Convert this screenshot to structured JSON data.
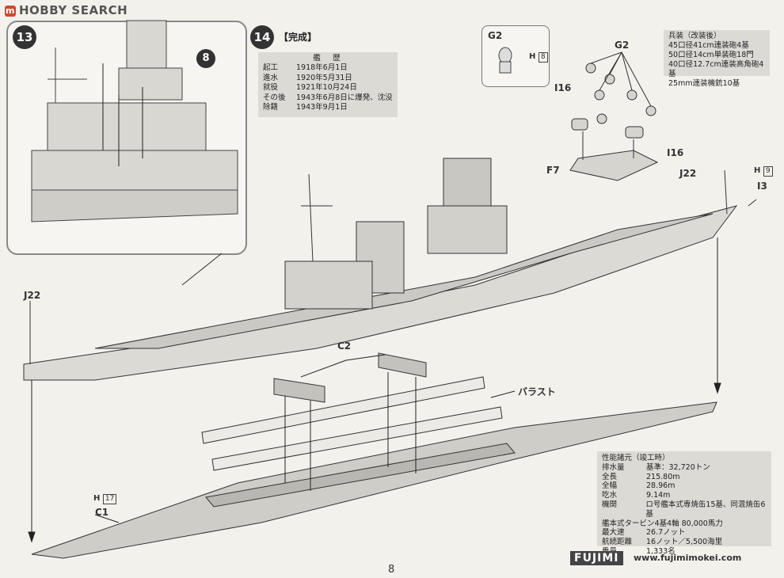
{
  "logo": {
    "mark": "m",
    "text": "HOBBY SEARCH"
  },
  "steps": {
    "step13": "13",
    "step8": "8",
    "step14": "14"
  },
  "done_label": "【完成】",
  "history": {
    "heading": "艦　歴",
    "rows": [
      {
        "k": "起工",
        "v": "1918年6月1日"
      },
      {
        "k": "進水",
        "v": "1920年5月31日"
      },
      {
        "k": "就役",
        "v": "1921年10月24日"
      },
      {
        "k": "その後",
        "v": "1943年6月8日に爆発、沈没"
      },
      {
        "k": "除籍",
        "v": "1943年9月1日"
      }
    ]
  },
  "armament": {
    "heading": "兵装（改装後）",
    "lines": [
      "45口径41cm連装砲4基",
      "50口径14cm単装砲18門",
      "40口径12.7cm連装高角砲4基",
      "25mm連装機銃10基"
    ]
  },
  "specs": {
    "heading": "性能諸元（竣工時）",
    "rows": [
      {
        "k": "排水量",
        "v": "基準：32,720トン"
      },
      {
        "k": "全長",
        "v": "215.80m"
      },
      {
        "k": "全幅",
        "v": "28.96m"
      },
      {
        "k": "吃水",
        "v": "9.14m"
      },
      {
        "k": "機関",
        "v": "ロ号艦本式専焼缶15基、同混焼缶6基"
      },
      {
        "k": "",
        "v": "艦本式タービン4基4軸 80,000馬力"
      },
      {
        "k": "最大速",
        "v": "26.7ノット"
      },
      {
        "k": "航続距離",
        "v": "16ノット／5,500海里"
      },
      {
        "k": "乗員",
        "v": "1,333名"
      }
    ]
  },
  "part_labels": {
    "g2_box": "G2",
    "h8": "H",
    "h8_num": "8",
    "g2": "G2",
    "i16a": "I16",
    "i16b": "I16",
    "f7": "F7",
    "j22_top": "J22",
    "h9": "H",
    "h9_num": "9",
    "i3": "I3",
    "j22_left": "J22",
    "c2": "C2",
    "ballast": "バラスト",
    "h17": "H",
    "h17_num": "17",
    "c1": "C1"
  },
  "footer": {
    "brand": "FUJIMI",
    "url": "www.fujimimokei.com",
    "page": "8"
  }
}
